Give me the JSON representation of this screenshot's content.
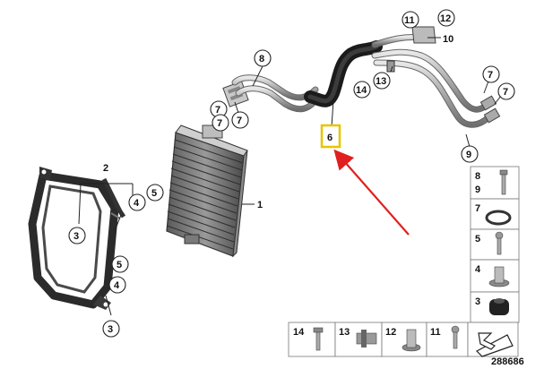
{
  "diagram": {
    "figure_id": "288686",
    "highlighted_callout": "6",
    "highlight_color": "#e8c400",
    "arrow_color": "#e02020",
    "callouts": {
      "c1": "1",
      "c2": "2",
      "c3a": "3",
      "c3b": "3",
      "c4a": "4",
      "c4b": "4",
      "c5a": "5",
      "c5b": "5",
      "c6": "6",
      "c7a": "7",
      "c7b": "7",
      "c7c": "7",
      "c7d": "7",
      "c8": "8",
      "c9": "9",
      "c10": "10",
      "c11": "11",
      "c12": "12",
      "c13": "13",
      "c14": "14"
    },
    "legend_right": [
      {
        "label_top": "8",
        "label_bottom": "9",
        "icon": "bolt-icon"
      },
      {
        "label": "7",
        "icon": "o-ring-icon"
      },
      {
        "label": "5",
        "icon": "screw-icon"
      },
      {
        "label": "4",
        "icon": "sleeve-nut-icon"
      },
      {
        "label": "3",
        "icon": "rubber-mount-icon"
      }
    ],
    "legend_bottom": [
      {
        "label": "14",
        "icon": "bolt-icon"
      },
      {
        "label": "13",
        "icon": "hose-clamp-icon"
      },
      {
        "label": "12",
        "icon": "flange-nut-icon"
      },
      {
        "label": "11",
        "icon": "screw-icon"
      },
      {
        "label": "",
        "icon": "arrow-sheet-icon"
      }
    ]
  }
}
